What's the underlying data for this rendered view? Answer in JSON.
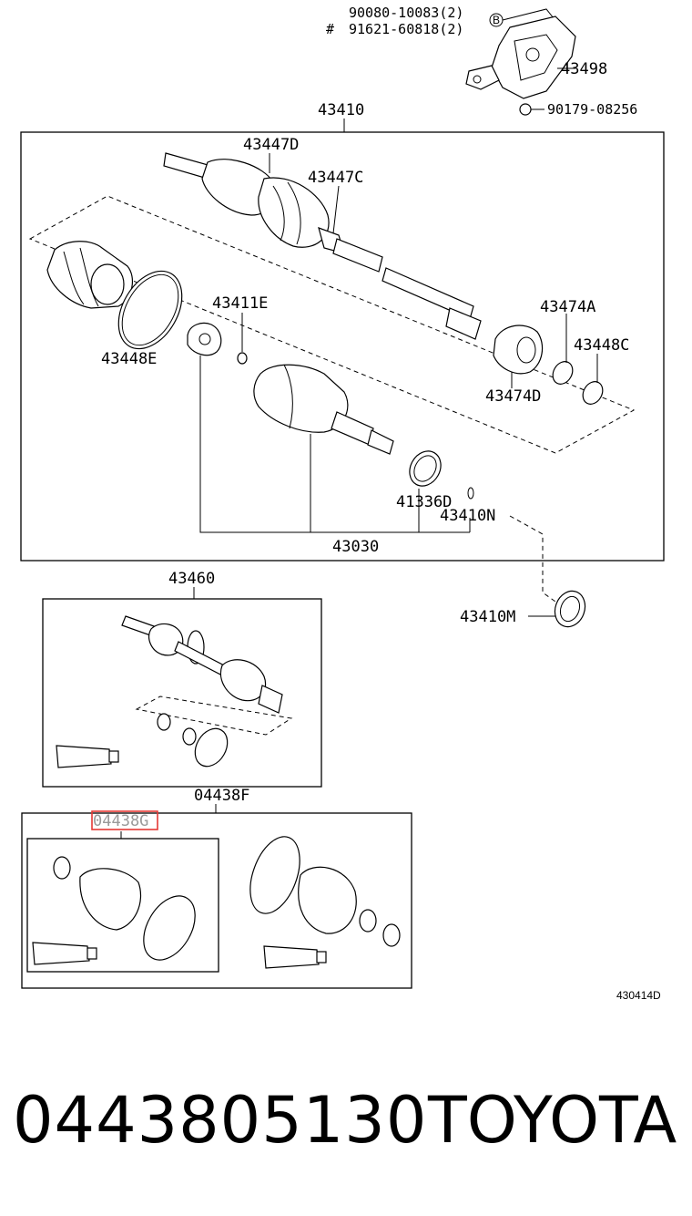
{
  "diagram": {
    "labels": {
      "bolt_a": "90080-10083(2)",
      "bolt_b_mark": "#",
      "bolt_b": "91621-60818(2)",
      "circle_b": "B",
      "bracket": "43498",
      "nut": "90179-08256",
      "shaft_assy": "43410",
      "boot_d": "43447D",
      "boot_c": "43447C",
      "clamp_e": "43411E",
      "band_e": "43448E",
      "damper_a": "43474A",
      "band_c": "43448C",
      "damper_d": "43474D",
      "snap_ring": "41336D",
      "seal_n": "43410N",
      "joint": "43030",
      "shaft_60": "43460",
      "seal_m": "43410M",
      "boot_kit_f": "04438F",
      "boot_kit_g": "04438G",
      "ref_code": "430414D"
    }
  },
  "footer": {
    "part_number": "0443805130",
    "brand": "TOYOTA"
  },
  "colors": {
    "line": "#000000",
    "highlight": "#e53935"
  }
}
